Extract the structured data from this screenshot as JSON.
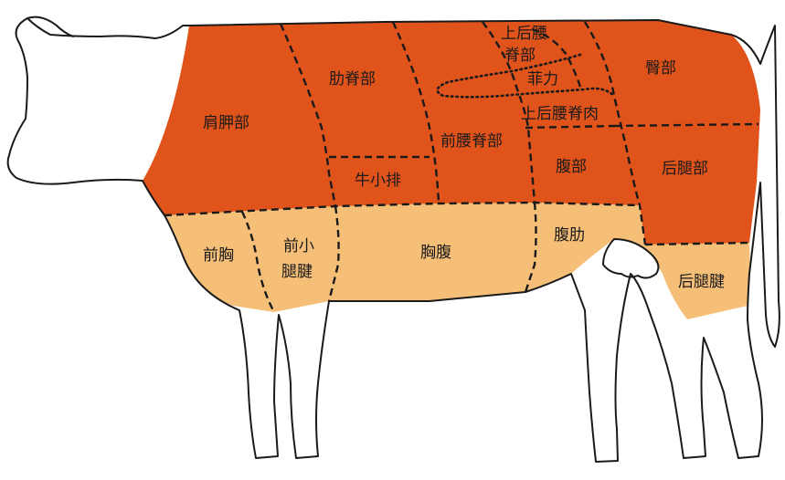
{
  "colors": {
    "upper_cuts": "#e0541b",
    "lower_cuts": "#f6bf78",
    "outline": "#1a1a1a",
    "background": "#ffffff"
  },
  "cuts": {
    "shoulder": "肩胛部",
    "rib": "肋脊部",
    "short_plate": "牛小排",
    "short_loin": "前腰脊部",
    "top_sirloin_1": "上后腰",
    "top_sirloin_2": "脊部",
    "tenderloin": "菲力",
    "top_sirloin_meat": "上后腰脊肉",
    "rump": "臀部",
    "flank": "腹部",
    "round": "后腿部",
    "brisket": "前胸",
    "fore_shank_1": "前小",
    "fore_shank_2": "腿腱",
    "plate": "胸腹",
    "flank_steak": "腹肋",
    "hind_shank": "后腿腱"
  }
}
